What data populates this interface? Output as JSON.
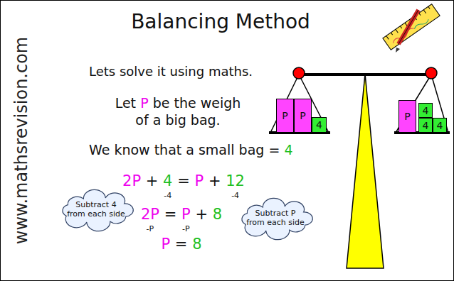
{
  "diagram": {
    "title": "Balancing Method",
    "nodes": [
      {
        "text": [
          "P"
        ]
      },
      {
        "text": [
          "P"
        ]
      },
      {
        "text": [
          "4"
        ]
      },
      {
        "text": [
          "P"
        ]
      },
      {
        "text": [
          "4"
        ]
      },
      {
        "text": [
          "4"
        ]
      },
      {
        "text": [
          "4"
        ]
      },
      {
        "text": [
          "Subtract 4 from each side"
        ]
      },
      {
        "text": [
          "Subtract P from each side"
        ]
      }
    ],
    "labels": [
      "www.mathsrevision.com",
      "Lets solve it using maths.",
      "Let",
      "P",
      "be the weigh",
      "of a big bag.",
      "We know that a small bag =",
      "4",
      "2P",
      "+",
      "4",
      "=",
      "P",
      "+",
      "12",
      "-4",
      "-4",
      "2P",
      "=",
      "P",
      "+",
      "8",
      "-P",
      "-P",
      "P",
      "=",
      "8"
    ]
  }
}
